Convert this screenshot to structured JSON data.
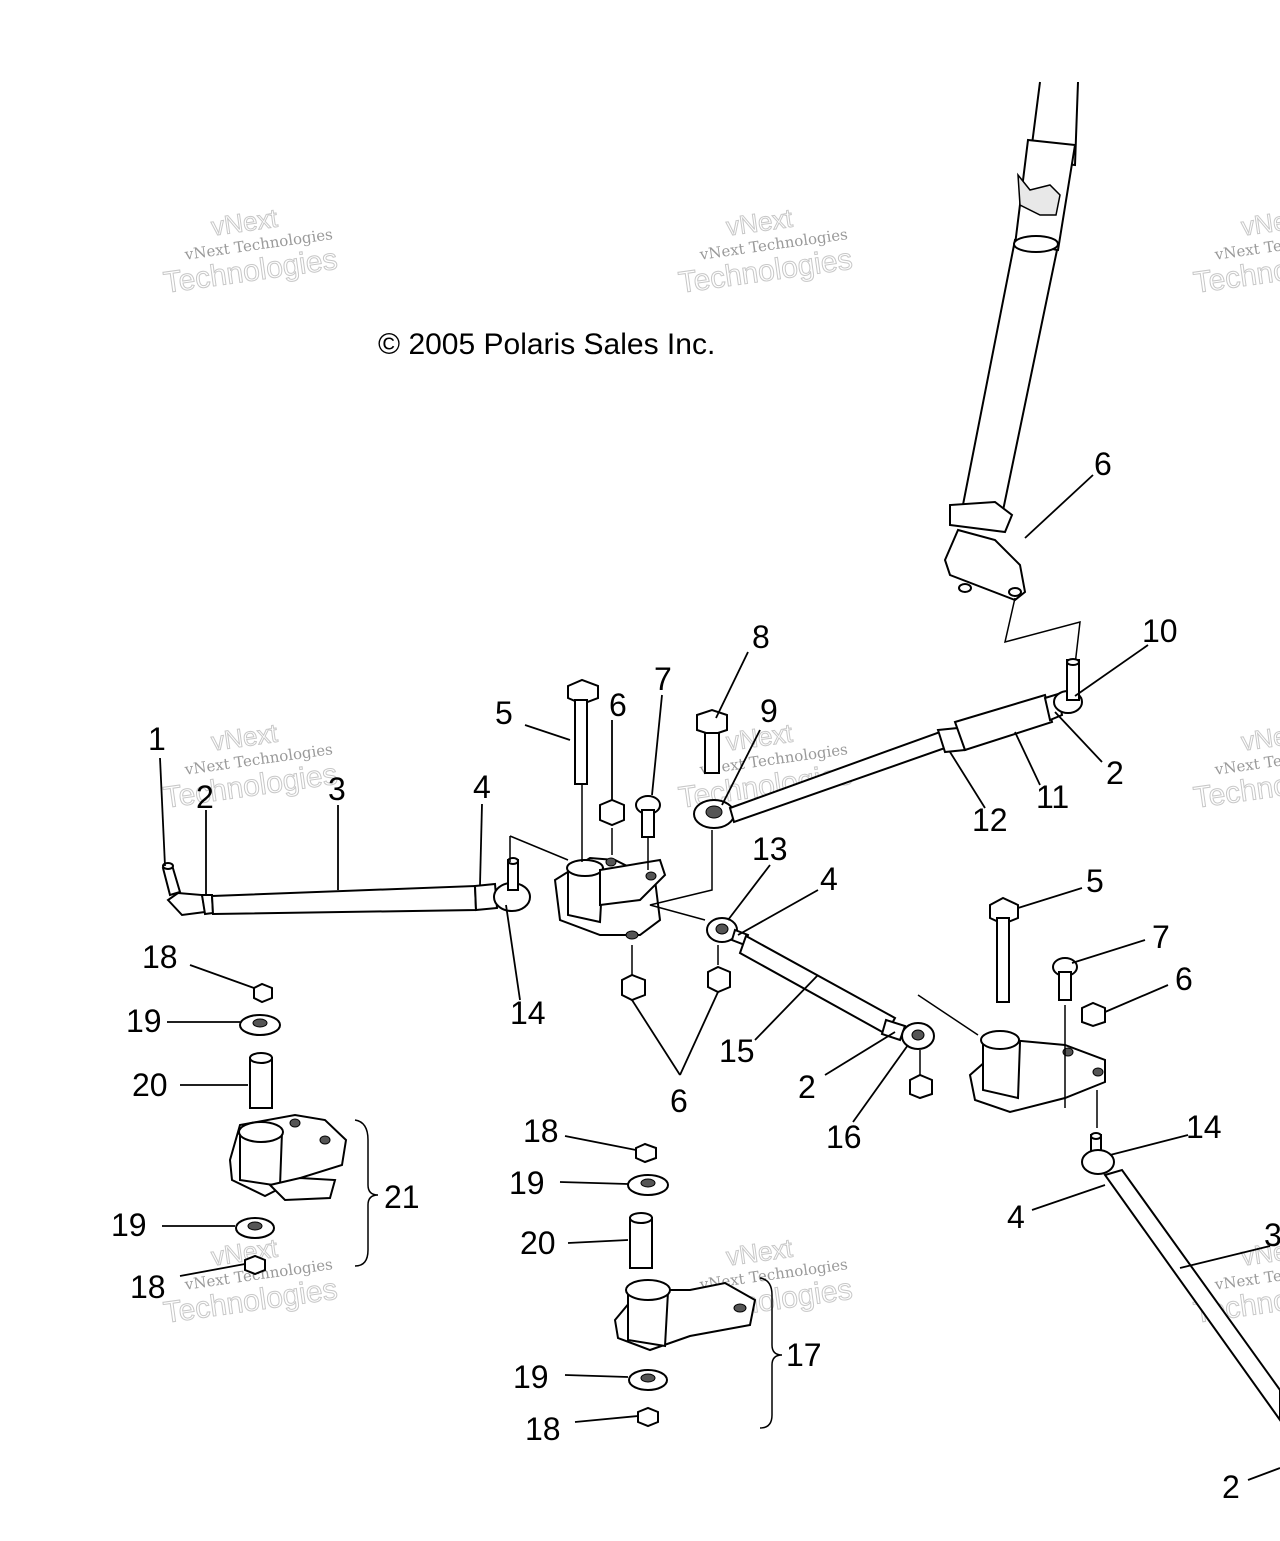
{
  "copyright": "© 2005 Polaris Sales Inc.",
  "watermark": {
    "line1": "vNext",
    "line2": "vNext Technologies",
    "line3": "Technologies"
  },
  "callouts": [
    "1",
    "2",
    "3",
    "4",
    "5",
    "6",
    "7",
    "8",
    "9",
    "10",
    "11",
    "12",
    "13",
    "14",
    "15",
    "16",
    "17",
    "18",
    "19",
    "20",
    "21"
  ]
}
